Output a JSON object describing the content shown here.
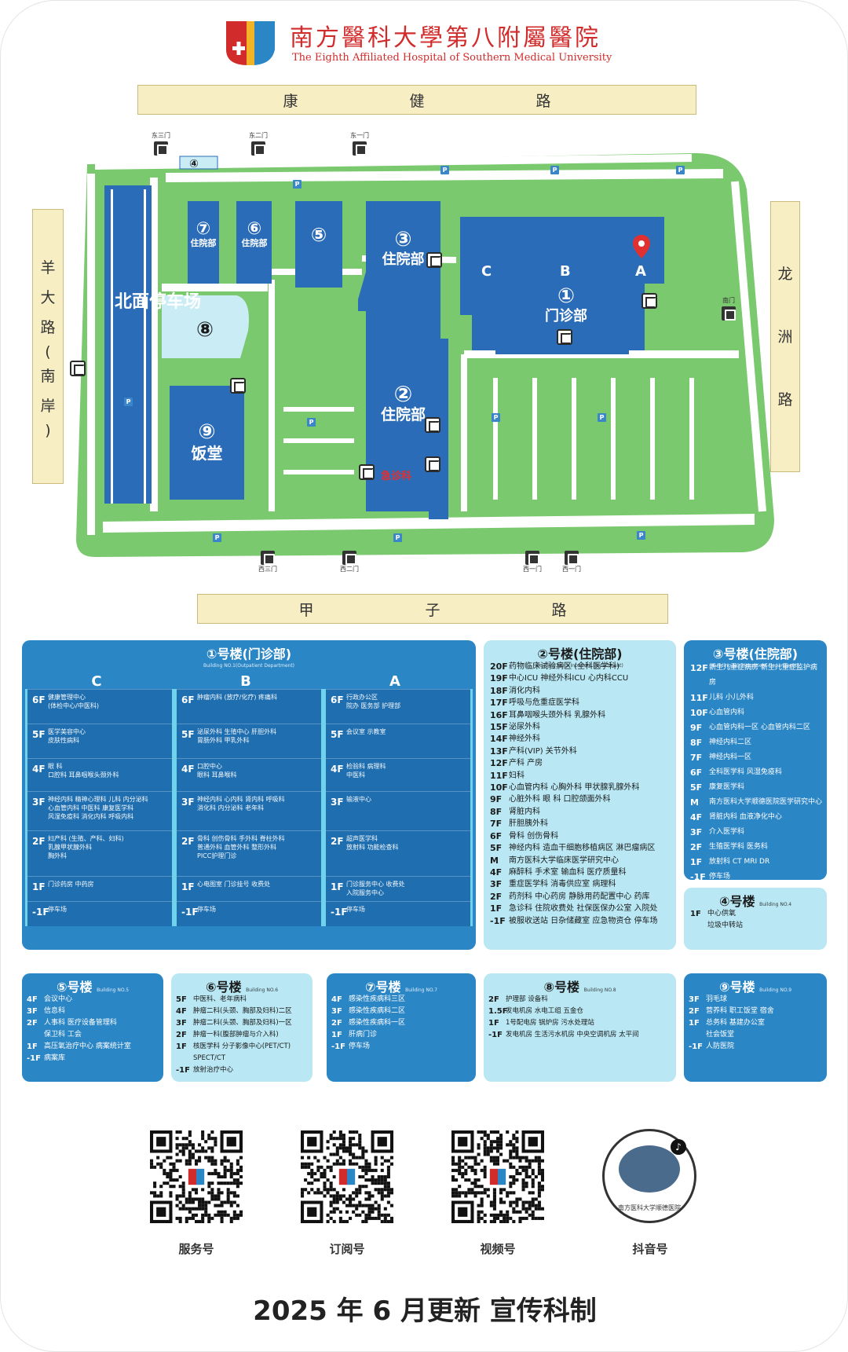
{
  "header": {
    "title_cn": "南方醫科大學第八附屬醫院",
    "title_en": "The Eighth Affiliated Hospital of Southern Medical University"
  },
  "colors": {
    "building": "#2b6cb8",
    "green": "#7bc96f",
    "road": "#f7eec4",
    "panel_dark": "#2b86c6",
    "panel_light": "#b9e8f4",
    "logo_red": "#d12b2b"
  },
  "roads": {
    "north": "康 健 路",
    "south": "甲 子 路",
    "west": [
      "羊",
      "大",
      "路",
      "(",
      "南",
      "岸",
      ")"
    ],
    "east": [
      "龙",
      "洲",
      "路"
    ]
  },
  "gates": {
    "east3": "东三门",
    "east2": "东二门",
    "east1": "东一门",
    "south_gate": "南门",
    "west3": "西三门",
    "west2": "西二门",
    "west1a": "西一门",
    "west1b": "西一门"
  },
  "buildings": {
    "b1": {
      "num": "①",
      "name": "门诊部",
      "wings": [
        "C",
        "B",
        "A"
      ]
    },
    "b2": {
      "num": "②",
      "name": "住院部"
    },
    "b3": {
      "num": "③",
      "name": "住院部"
    },
    "b4": {
      "num": "④"
    },
    "b5": {
      "num": "⑤"
    },
    "b6": {
      "num": "⑥",
      "name": "住院部"
    },
    "b7": {
      "num": "⑦",
      "name": "住院部"
    },
    "b8": {
      "num": "⑧"
    },
    "b9": {
      "num": "⑨",
      "name": "饭堂"
    },
    "north_parking": "北面停车场",
    "emergency": "急诊科"
  },
  "panel1": {
    "title": "①号楼(门诊部)",
    "subtitle": "Building NO.1(Outpatient Department)",
    "cols": [
      "C",
      "B",
      "A"
    ],
    "C": [
      {
        "f": "6F",
        "t": "健康管理中心\n(体检中心/中医科)"
      },
      {
        "f": "5F",
        "t": "医学美容中心\n皮肤性病科"
      },
      {
        "f": "4F",
        "t": "眼 科\n口腔科  耳鼻咽喉头颈外科"
      },
      {
        "f": "3F",
        "t": "神经内科 精神心理科 儿科 内分泌科\n心血管内科 中医科 康复医学科\n风湿免疫科 消化内科 呼吸内科"
      },
      {
        "f": "2F",
        "t": "妇产科 (生殖、产科、妇科)\n乳腺甲状腺外科\n胸外科"
      },
      {
        "f": "1F",
        "t": "门诊药房 中药房"
      },
      {
        "f": "-1F",
        "t": "停车场"
      }
    ],
    "B": [
      {
        "f": "6F",
        "t": "肿瘤内科 (放疗/化疗) 疼痛科"
      },
      {
        "f": "5F",
        "t": "泌尿外科 生殖中心 肝胆外科\n胃肠外科 甲乳外科"
      },
      {
        "f": "4F",
        "t": "口腔中心\n眼科 耳鼻喉科"
      },
      {
        "f": "3F",
        "t": "神经内科 心内科 肾内科 呼吸科\n消化科 内分泌科 老年科"
      },
      {
        "f": "2F",
        "t": "骨科 创伤骨科 手外科 脊柱外科\n普通外科 血管外科 整形外科\nPICC护理门诊"
      },
      {
        "f": "1F",
        "t": "心电图室 门诊挂号 收费处"
      },
      {
        "f": "-1F",
        "t": "停车场"
      }
    ],
    "A": [
      {
        "f": "6F",
        "t": "行政办公区\n院办 医务部 护理部"
      },
      {
        "f": "5F",
        "t": "会议室 示教室"
      },
      {
        "f": "4F",
        "t": "检验科 病理科\n中医科"
      },
      {
        "f": "3F",
        "t": "输液中心"
      },
      {
        "f": "2F",
        "t": "超声医学科\n放射科 功能检查科"
      },
      {
        "f": "1F",
        "t": "门诊服务中心 收费处\n入院服务中心"
      },
      {
        "f": "-1F",
        "t": "停车场"
      }
    ]
  },
  "panel2": {
    "title": "②号楼(住院部)",
    "subtitle": "Building NO.2(Inpatient Department)",
    "floors": [
      {
        "f": "20F",
        "t": "药物临床试验病区 (全科医学科)"
      },
      {
        "f": "19F",
        "t": "中心ICU  神经外科ICU  心内科CCU"
      },
      {
        "f": "18F",
        "t": "消化内科"
      },
      {
        "f": "17F",
        "t": "呼吸与危重症医学科"
      },
      {
        "f": "16F",
        "t": "耳鼻咽喉头颈外科  乳腺外科"
      },
      {
        "f": "15F",
        "t": "泌尿外科"
      },
      {
        "f": "14F",
        "t": "神经外科"
      },
      {
        "f": "13F",
        "t": "产科(VIP)  关节外科"
      },
      {
        "f": "12F",
        "t": "产科      产房"
      },
      {
        "f": "11F",
        "t": "妇科"
      },
      {
        "f": "10F",
        "t": "心血管内科   心胸外科   甲状腺乳腺外科"
      },
      {
        "f": "9F",
        "t": "心脏外科   眼 科   口腔颌面外科"
      },
      {
        "f": "8F",
        "t": "肾脏内科"
      },
      {
        "f": "7F",
        "t": "肝胆胰外科"
      },
      {
        "f": "6F",
        "t": "骨科    创伤骨科"
      },
      {
        "f": "5F",
        "t": "神经内科   造血干细胞移植病区   淋巴瘤病区"
      },
      {
        "f": "M",
        "t": "南方医科大学临床医学研究中心"
      },
      {
        "f": "4F",
        "t": "麻醉科   手术室   输血科   医疗质量科"
      },
      {
        "f": "3F",
        "t": "重症医学科   消毒供应室   病理科"
      },
      {
        "f": "2F",
        "t": "药剂科   中心药房   静脉用药配置中心   药库"
      },
      {
        "f": "1F",
        "t": "急诊科   住院收费处   社保医保办公室   入院处"
      },
      {
        "f": "-1F",
        "t": "被服收送站   日杂储藏室   应急物资仓   停车场"
      }
    ]
  },
  "panel3": {
    "title": "③号楼(住院部)",
    "subtitle": "Building NO.3(Inpatient Department)",
    "floors": [
      {
        "f": "12F",
        "t": "新生儿重症病房  新生儿重症监护病房"
      },
      {
        "f": "11F",
        "t": "儿科    小儿外科"
      },
      {
        "f": "10F",
        "t": "心血管内科"
      },
      {
        "f": "9F",
        "t": "心血管内科一区  心血管内科二区"
      },
      {
        "f": "8F",
        "t": "神经内科二区"
      },
      {
        "f": "7F",
        "t": "神经内科一区"
      },
      {
        "f": "6F",
        "t": "全科医学科    风湿免疫科"
      },
      {
        "f": "5F",
        "t": "康复医学科"
      },
      {
        "f": "M",
        "t": "南方医科大学顺德医院医学研究中心"
      },
      {
        "f": "4F",
        "t": "肾脏内科   血液净化中心"
      },
      {
        "f": "3F",
        "t": "介入医学科"
      },
      {
        "f": "2F",
        "t": "生殖医学科   医务科"
      },
      {
        "f": "1F",
        "t": "放射科 CT MRI DR"
      },
      {
        "f": "-1F",
        "t": "停车场"
      }
    ]
  },
  "panel4": {
    "title": "④号楼",
    "subtitle": "Building NO.4",
    "floors": [
      {
        "f": "1F",
        "t": "中心供氧\n垃圾中转站"
      }
    ]
  },
  "panel5": {
    "title": "⑤号楼",
    "subtitle": "Building NO.5",
    "floors": [
      {
        "f": "4F",
        "t": "会议中心"
      },
      {
        "f": "3F",
        "t": "信息科"
      },
      {
        "f": "2F",
        "t": "人事科   医疗设备管理科\n保卫科   工会"
      },
      {
        "f": "1F",
        "t": "高压氧治疗中心   病案统计室"
      },
      {
        "f": "-1F",
        "t": "病案库"
      }
    ]
  },
  "panel6": {
    "title": "⑥号楼",
    "subtitle": "Building NO.6",
    "floors": [
      {
        "f": "5F",
        "t": "中医科、老年病科"
      },
      {
        "f": "4F",
        "t": "肿瘤二科(头颈、胸部及妇科)二区"
      },
      {
        "f": "3F",
        "t": "肿瘤二科(头颈、胸部及妇科)一区"
      },
      {
        "f": "2F",
        "t": "肿瘤一科(腹部肿瘤与介入科)"
      },
      {
        "f": "1F",
        "t": "核医学科  分子影像中心(PET/CT) SPECT/CT"
      },
      {
        "f": "-1F",
        "t": "放射治疗中心"
      }
    ]
  },
  "panel7": {
    "title": "⑦号楼",
    "subtitle": "Building NO.7",
    "floors": [
      {
        "f": "4F",
        "t": "感染性疾病科三区"
      },
      {
        "f": "3F",
        "t": "感染性疾病科二区"
      },
      {
        "f": "2F",
        "t": "感染性疾病科一区"
      },
      {
        "f": "1F",
        "t": "肝病门诊"
      },
      {
        "f": "-1F",
        "t": "停车场"
      }
    ]
  },
  "panel8": {
    "title": "⑧号楼",
    "subtitle": "Building NO.8",
    "floors": [
      {
        "f": "2F",
        "t": "护理部    设备科"
      },
      {
        "f": "1.5F",
        "t": "发电机房  水电工组  五金仓"
      },
      {
        "f": "1F",
        "t": "1号配电房  锅炉房  污水处理站"
      },
      {
        "f": "-1F",
        "t": "发电机房  生活污水机房  中央空调机房  太平间"
      }
    ]
  },
  "panel9": {
    "title": "⑨号楼",
    "subtitle": "Building NO.9",
    "floors": [
      {
        "f": "3F",
        "t": "羽毛球"
      },
      {
        "f": "2F",
        "t": "营养科   职工饭堂   宿舍"
      },
      {
        "f": "1F",
        "t": "总务科   基建办公室\n社会饭堂"
      },
      {
        "f": "-1F",
        "t": "人防医院"
      }
    ]
  },
  "qr": [
    {
      "label": "服务号"
    },
    {
      "label": "订阅号"
    },
    {
      "label": "视频号"
    },
    {
      "label": "抖音号",
      "caption": "南方医科大学顺德医院"
    }
  ],
  "footer": "2025 年 6 月更新 宣传科制"
}
